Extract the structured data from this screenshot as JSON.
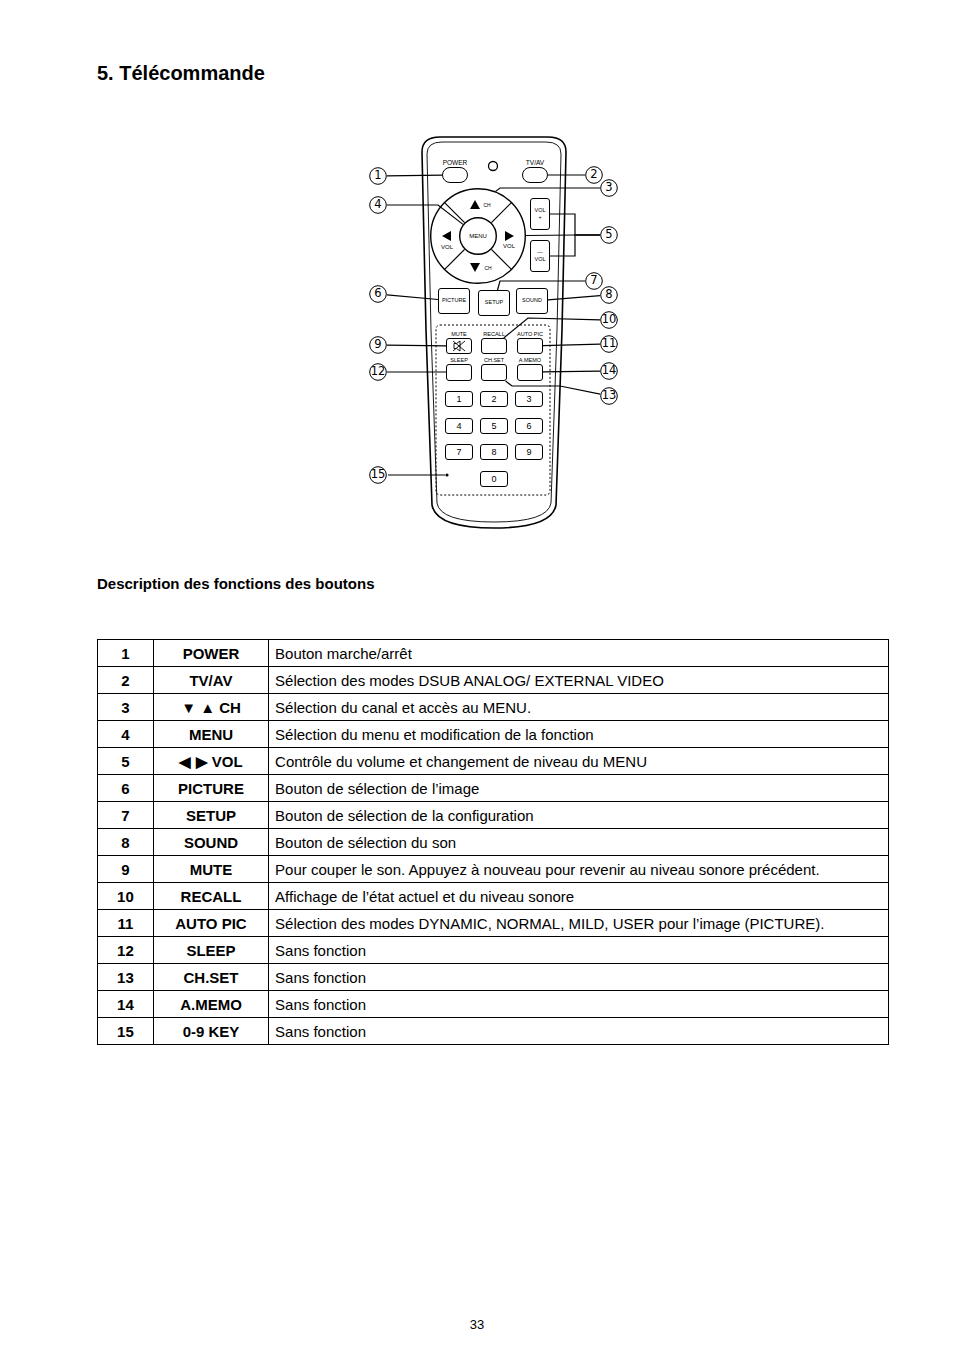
{
  "diagram": {
    "title": "5. Télécommande",
    "nodes": [
      {
        "text": [
          "POWER"
        ]
      },
      {
        "text": [
          "TV/AV"
        ]
      },
      {
        "text": [
          "CH",
          "VOL",
          "VOL",
          "CH"
        ]
      },
      {
        "text": [
          "MENU"
        ],
        "in": 2
      },
      {
        "text": [
          "VOL",
          "+"
        ]
      },
      {
        "text": [
          "—",
          "VOL"
        ]
      },
      {
        "text": [
          "PICTURE"
        ]
      },
      {
        "text": [
          "SETUP"
        ]
      },
      {
        "text": [
          "SOUND"
        ]
      },
      {
        "text": [
          "MUTE"
        ]
      },
      {
        "text": [
          "RECALL"
        ]
      },
      {
        "text": [
          "AUTO PIC"
        ]
      },
      {
        "text": [
          "SLEEP"
        ]
      },
      {
        "text": [
          "CH.SET"
        ]
      },
      {
        "text": [
          "A.MEMO"
        ]
      },
      {
        "text": [
          "1"
        ]
      },
      {
        "text": [
          "2"
        ]
      },
      {
        "text": [
          "3"
        ]
      },
      {
        "text": [
          "4"
        ]
      },
      {
        "text": [
          "5"
        ]
      },
      {
        "text": [
          "6"
        ]
      },
      {
        "text": [
          "7"
        ]
      },
      {
        "text": [
          "8"
        ]
      },
      {
        "text": [
          "9"
        ]
      },
      {
        "text": [
          "0"
        ]
      },
      {
        "text": [
          "1"
        ]
      },
      {
        "text": [
          "2"
        ]
      },
      {
        "text": [
          "3"
        ]
      },
      {
        "text": [
          "4"
        ]
      },
      {
        "text": [
          "5"
        ]
      },
      {
        "text": [
          "6"
        ]
      },
      {
        "text": [
          "7"
        ]
      },
      {
        "text": [
          "8"
        ]
      },
      {
        "text": [
          "9"
        ]
      },
      {
        "text": [
          "10"
        ]
      },
      {
        "text": [
          "11"
        ]
      },
      {
        "text": [
          "12"
        ]
      },
      {
        "text": [
          "13"
        ]
      },
      {
        "text": [
          "14"
        ]
      },
      {
        "text": [
          "15"
        ]
      }
    ],
    "edges": [
      {
        "from": 25,
        "to": 0,
        "arrow": "none"
      },
      {
        "from": 26,
        "to": 1,
        "arrow": "none"
      },
      {
        "from": 27,
        "to": 2,
        "arrow": "none"
      },
      {
        "from": 28,
        "to": 3,
        "arrow": "none"
      },
      {
        "from": 29,
        "to": 4,
        "arrow": "none"
      },
      {
        "from": 29,
        "to": 5,
        "arrow": "none"
      },
      {
        "from": 29,
        "to": 2,
        "arrow": "none"
      },
      {
        "from": 30,
        "to": 6,
        "arrow": "none"
      },
      {
        "from": 31,
        "to": 7,
        "arrow": "none"
      },
      {
        "from": 32,
        "to": 8,
        "arrow": "none"
      },
      {
        "from": 33,
        "to": 9,
        "arrow": "none"
      },
      {
        "from": 34,
        "to": 10,
        "arrow": "none"
      },
      {
        "from": 35,
        "to": 11,
        "arrow": "none"
      },
      {
        "from": 36,
        "to": 12,
        "arrow": "none"
      },
      {
        "from": 37,
        "to": 13,
        "arrow": "none"
      },
      {
        "from": 38,
        "to": 14,
        "arrow": "none"
      }
    ],
    "labels": [
      "Description des fonctions des boutons",
      "1",
      "POWER",
      "Bouton marche/arrêt",
      "2",
      "TV/AV",
      "Sélection des modes DSUB ANALOG/ EXTERNAL VIDEO",
      "3",
      "▼ ▲ CH",
      "Sélection du canal et accès au MENU.",
      "4",
      "MENU",
      "Sélection du menu et modification de la fonction",
      "5",
      "◀ ▶ VOL",
      "Contrôle du volume et changement de niveau du MENU",
      "6",
      "PICTURE",
      "Bouton de sélection de l’image",
      "7",
      "SETUP",
      "Bouton de sélection de la configuration",
      "8",
      "SOUND",
      "Bouton de sélection du son",
      "9",
      "MUTE",
      "Pour couper le son. Appuyez à nouveau pour revenir au niveau sonore précédent.",
      "10",
      "RECALL",
      "Affichage de l’état actuel et du niveau sonore",
      "11",
      "AUTO PIC",
      "Sélection des modes DYNAMIC, NORMAL, MILD, USER pour l’image (PICTURE).",
      "12",
      "SLEEP",
      "Sans fonction",
      "13",
      "CH.SET",
      "Sans fonction",
      "14",
      "A.MEMO",
      "Sans fonction",
      "15",
      "0-9 KEY",
      "Sans fonction",
      "33"
    ]
  }
}
